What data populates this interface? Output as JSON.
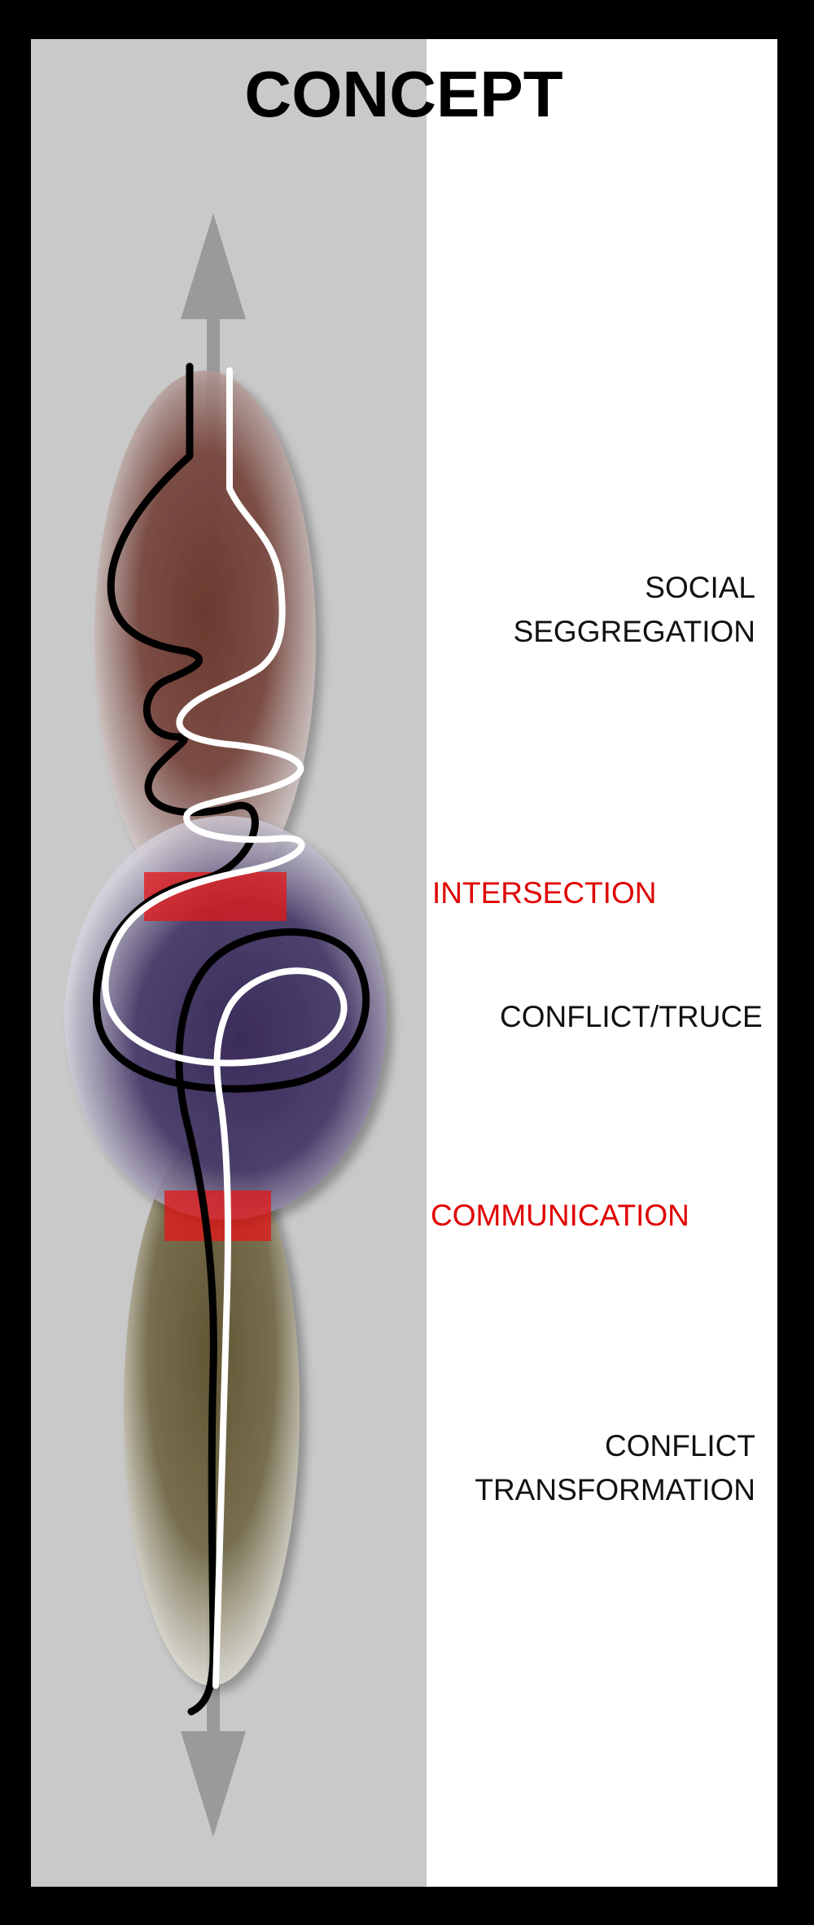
{
  "title": "CONCEPT",
  "labels": {
    "social_segregation": [
      "SOCIAL",
      "SEGGREGATION"
    ],
    "intersection": "INTERSECTION",
    "conflict_truce": "CONFLICT/TRUCE",
    "communication": "COMMUNICATION",
    "conflict_transformation": [
      "CONFLICT",
      "TRANSFORMATION"
    ]
  },
  "colors": {
    "border": "#000000",
    "band": "#c9c9c9",
    "background": "#ffffff",
    "arrow": "#9a9a9a",
    "stage_segregation": "#6e3f36",
    "stage_conflict": "#3f325e",
    "stage_transformation": "#6b623e",
    "highlight": "#e01a1a",
    "accent_text": "#e00000"
  },
  "icons": {
    "arrow_up": "arrow-up-icon",
    "arrow_down": "arrow-down-icon"
  }
}
